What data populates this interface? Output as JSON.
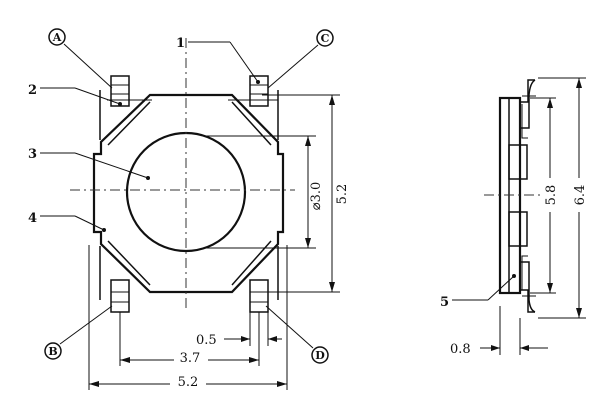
{
  "front_view": {
    "pin_labels": {
      "a": "A",
      "b": "B",
      "c": "C",
      "d": "D"
    },
    "callouts": {
      "c1": "1",
      "c2": "2",
      "c3": "3",
      "c4": "4"
    },
    "dimensions": {
      "diameter": "⌀3.0",
      "height": "5.2",
      "pin_width": "0.5",
      "pin_span": "3.7",
      "body_width": "5.2"
    }
  },
  "side_view": {
    "callouts": {
      "c5": "5"
    },
    "dimensions": {
      "body_height": "5.8",
      "total_height": "6.4",
      "thickness": "0.8"
    }
  }
}
